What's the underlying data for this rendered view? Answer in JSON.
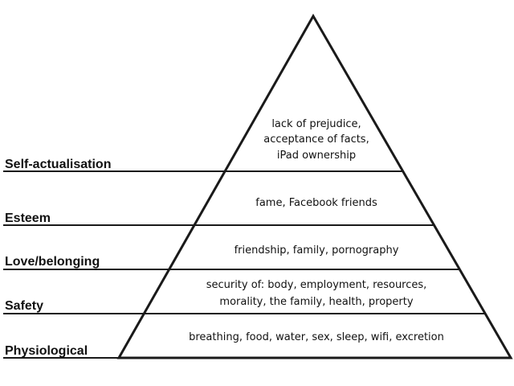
{
  "pyramid": {
    "levels": [
      {
        "label": "Self-actualisation",
        "content": [
          "lack of prejudice,",
          "acceptance of facts,",
          "iPad ownership"
        ]
      },
      {
        "label": "Esteem",
        "content": [
          "fame, Facebook friends"
        ]
      },
      {
        "label": "Love/belonging",
        "content": [
          "friendship, family, pornography"
        ]
      },
      {
        "label": "Safety",
        "content": [
          "security of: body, employment, resources,",
          "morality, the family, health, property"
        ]
      },
      {
        "label": "Physiological",
        "content": [
          "breathing, food, water, sex, sleep, wifi, excretion"
        ]
      }
    ]
  }
}
